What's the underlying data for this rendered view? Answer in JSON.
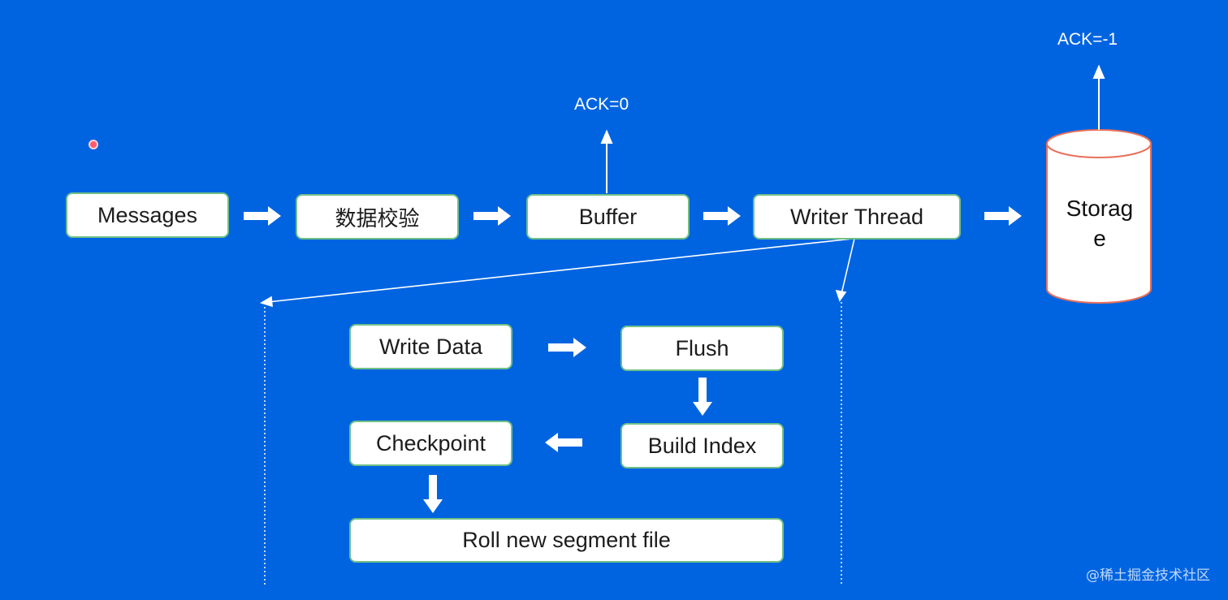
{
  "nodes": {
    "messages": "Messages",
    "validation": "数据校验",
    "buffer": "Buffer",
    "writer_thread": "Writer Thread",
    "storage_line1": "Storag",
    "storage_line2": "e",
    "write_data": "Write Data",
    "flush": "Flush",
    "build_index": "Build Index",
    "checkpoint": "Checkpoint",
    "roll_segment": "Roll new segment file"
  },
  "labels": {
    "ack_buffer": "ACK=0",
    "ack_storage": "ACK=-1"
  },
  "watermark": "@稀土掘金技术社区",
  "colors": {
    "background": "#0064e1",
    "box_fill": "#ffffff",
    "box_border": "#6fbf86",
    "arrow": "#ffffff",
    "storage_border": "#e8705a"
  }
}
